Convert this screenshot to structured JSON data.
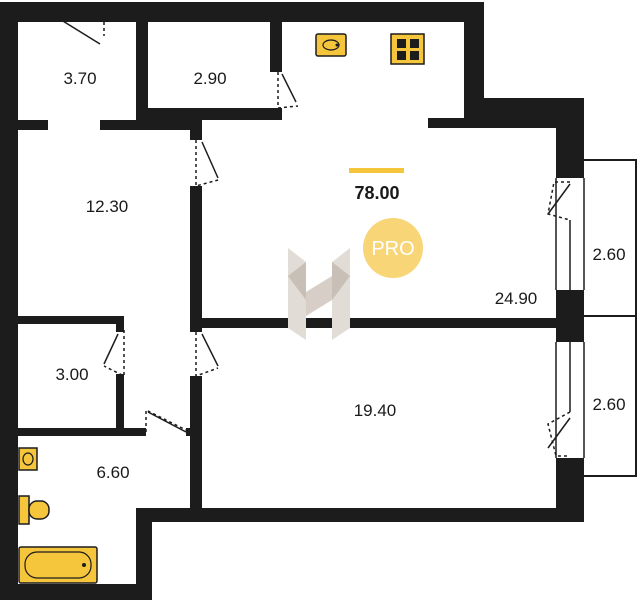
{
  "plan": {
    "total_area": "78.00",
    "badge_text": "PRO",
    "rooms": [
      {
        "id": "storage-top",
        "area": "3.70"
      },
      {
        "id": "wc-top",
        "area": "2.90"
      },
      {
        "id": "hall",
        "area": "12.30"
      },
      {
        "id": "closet",
        "area": "3.00"
      },
      {
        "id": "bathroom",
        "area": "6.60"
      },
      {
        "id": "kitchen-living",
        "area": "24.90"
      },
      {
        "id": "bedroom",
        "area": "19.40"
      },
      {
        "id": "balcony-top",
        "area": "2.60"
      },
      {
        "id": "balcony-bottom",
        "area": "2.60"
      }
    ]
  },
  "colors": {
    "wall": "#1c1c1c",
    "fixture": "#f5c53b",
    "accent_bar": "#f5c53b",
    "badge": "#f8d677",
    "watermark_light": "#e2dcd6",
    "watermark_dark": "#c8bfb6"
  },
  "icons": [
    "sink-icon",
    "stove-icon",
    "toilet-icon",
    "bathtub-icon",
    "logo-watermark-icon"
  ]
}
